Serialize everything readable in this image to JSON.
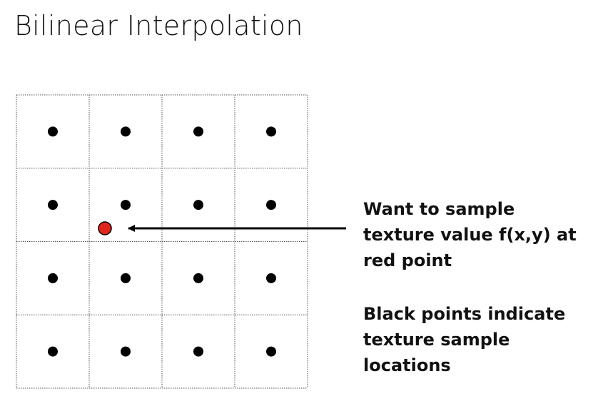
{
  "slide": {
    "title": "Bilinear Interpolation"
  },
  "grid": {
    "rows": 4,
    "cols": 4,
    "sample_color": "#000000",
    "query_color": "#e0261c",
    "line_color": "#555555"
  },
  "annotations": {
    "target_text": "Want to sample\ntexture value f(x,y) at\nred point",
    "samples_text": "Black points indicate\ntexture sample\nlocations"
  }
}
